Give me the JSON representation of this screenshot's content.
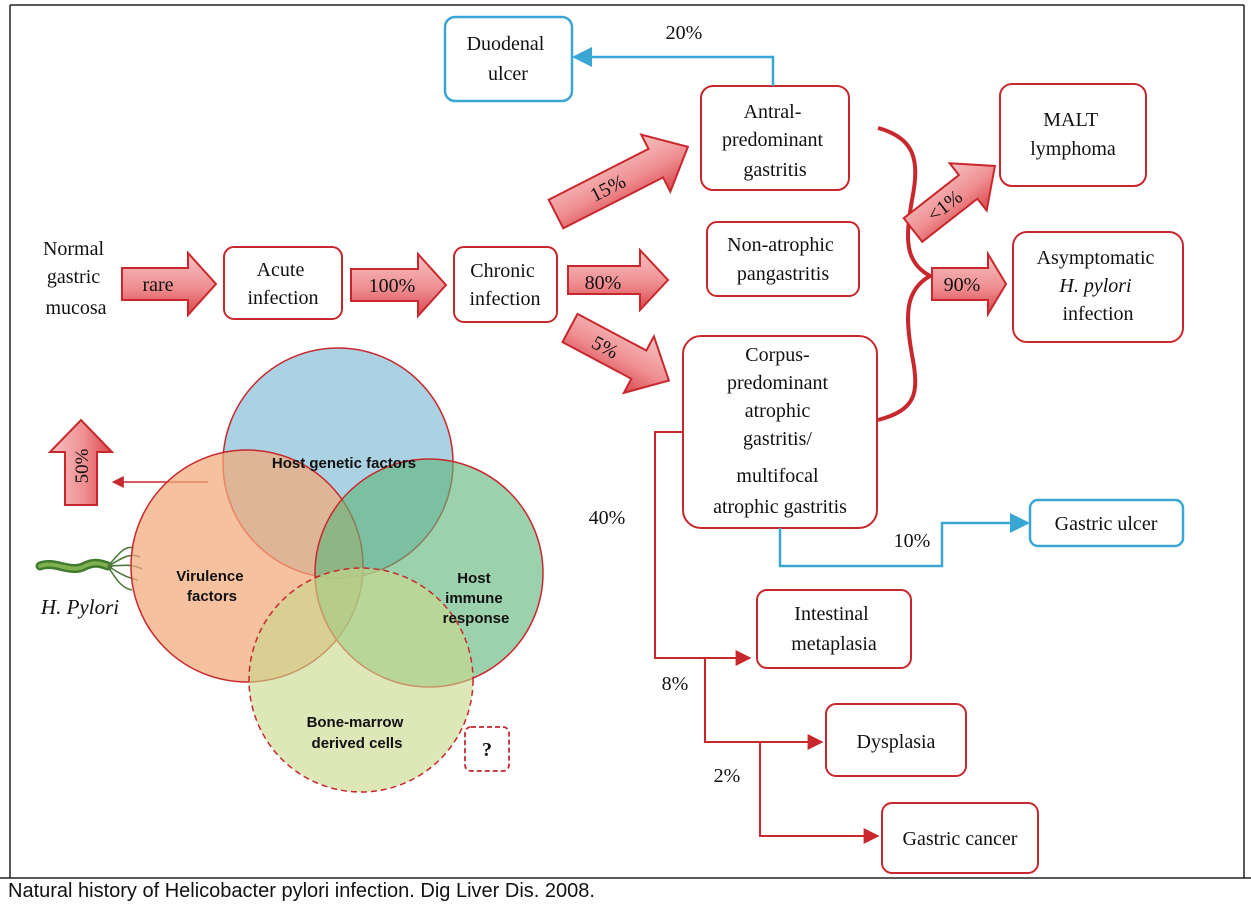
{
  "nodes": {
    "normal": [
      "Normal",
      "gastric",
      "mucosa"
    ],
    "acute": [
      "Acute",
      "infection"
    ],
    "chronic": [
      "Chronic",
      "infection"
    ],
    "antral": [
      "Antral-",
      "predominant",
      "gastritis"
    ],
    "nonatrophic": [
      "Non-atrophic",
      "pangastritis"
    ],
    "corpus": [
      "Corpus-",
      "predominant",
      "atrophic",
      "gastritis/",
      "multifocal",
      "atrophic gastritis"
    ],
    "duodenal": [
      "Duodenal",
      "ulcer"
    ],
    "malt": [
      "MALT",
      "lymphoma"
    ],
    "asymptomatic": [
      "Asymptomatic",
      "H. pylori",
      "infection"
    ],
    "gastric_ulcer": [
      "Gastric ulcer"
    ],
    "intestinal": [
      "Intestinal",
      "metaplasia"
    ],
    "dysplasia": [
      "Dysplasia"
    ],
    "cancer": [
      "Gastric cancer"
    ],
    "hpylori": "H. Pylori"
  },
  "edge_labels": {
    "rare": "rare",
    "p100": "100%",
    "p80": "80%",
    "p15": "15%",
    "p5": "5%",
    "p20": "20%",
    "lt1": "<1%",
    "p90": "90%",
    "p10": "10%",
    "p40": "40%",
    "p8": "8%",
    "p2": "2%",
    "p50": "50%"
  },
  "venn": {
    "host_genetic": "Host genetic factors",
    "virulence": [
      "Virulence",
      "factors"
    ],
    "host_immune": [
      "Host",
      "immune",
      "response"
    ],
    "bone_marrow": [
      "Bone-marrow",
      "derived cells"
    ],
    "unknown": "?"
  },
  "caption": "Natural history of Helicobacter pylori infection. Dig Liver Dis. 2008.",
  "colors": {
    "red": "#c8282d",
    "blue": "#3aa6d4",
    "venn_blue": "#8fc3d9",
    "venn_orange": "#f2a97a",
    "venn_green": "#5fb57a",
    "venn_yellow": "#c8d98a"
  }
}
